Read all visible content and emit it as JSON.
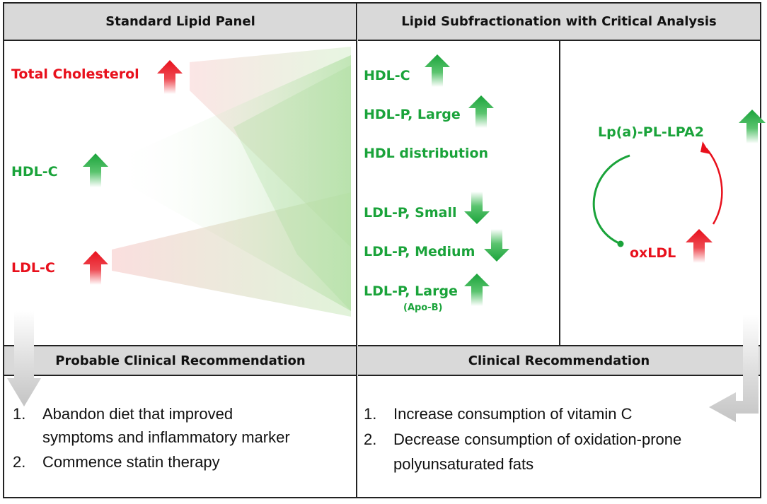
{
  "headers": {
    "standard": "Standard Lipid Panel",
    "subfraction": "Lipid Subfractionation with Critical Analysis",
    "probable": "Probable Clinical Recommendation",
    "clinical": "Clinical Recommendation"
  },
  "standard_panel": {
    "total_cholesterol": "Total Cholesterol",
    "hdl_c": "HDL-C",
    "ldl_c": "LDL-C"
  },
  "subfraction": {
    "hdl_c": "HDL-C",
    "hdl_p_large": "HDL-P, Large",
    "hdl_distribution": "HDL distribution",
    "ldl_p_small": "LDL-P, Small",
    "ldl_p_medium": "LDL-P, Medium",
    "ldl_p_large": "LDL-P, Large",
    "apo_b": "(Apo-B)"
  },
  "critical": {
    "lpa": "Lp(a)-PL-LPA2",
    "oxldl": "oxLDL"
  },
  "probable_recs": [
    {
      "num": "1.",
      "lines": [
        "Abandon diet that improved",
        "symptoms and inflammatory marker"
      ]
    },
    {
      "num": "2.",
      "lines": [
        "Commence statin therapy"
      ]
    }
  ],
  "clinical_recs": [
    {
      "num": "1.",
      "lines": [
        "Increase consumption of vitamin C"
      ]
    },
    {
      "num": "2.",
      "lines": [
        "Decrease consumption of oxidation-prone",
        "polyunsaturated fats"
      ]
    }
  ],
  "colors": {
    "up_red": "#e8101c",
    "up_green": "#1aa33a",
    "down_green": "#1aa33a"
  },
  "icons": {
    "up": "arrow-up-icon",
    "down": "arrow-down-icon"
  }
}
